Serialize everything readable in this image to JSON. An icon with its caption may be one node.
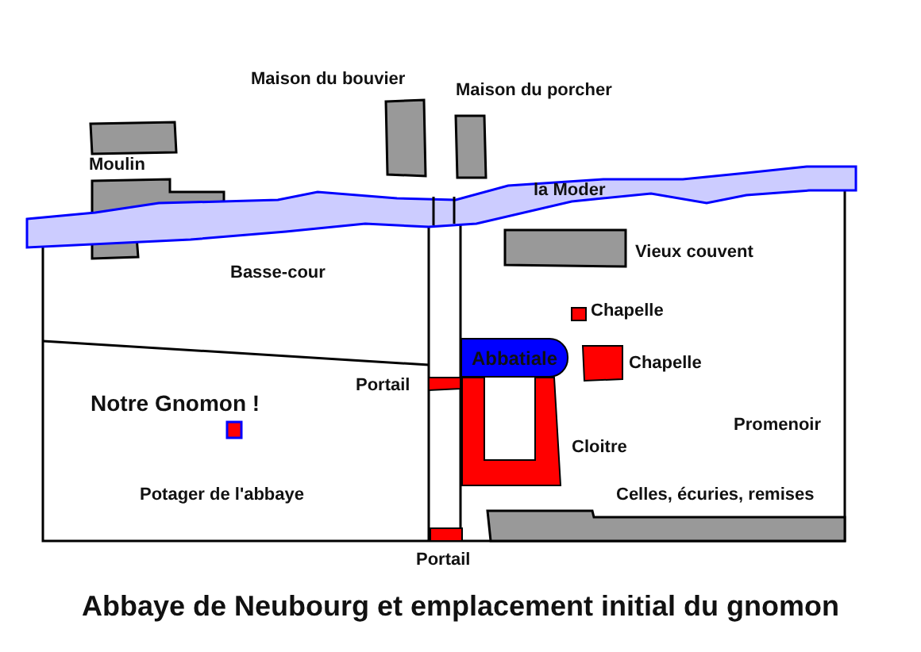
{
  "diagram": {
    "caption": "Abbaye de Neubourg et emplacement initial du gnomon",
    "nodes": [
      {
        "text": [
          "Abbatiale"
        ]
      }
    ],
    "labels": [
      "Maison du bouvier",
      "Maison du porcher",
      "Moulin",
      "la Moder",
      "Vieux couvent",
      "Basse-cour",
      "Chapelle",
      "Chapelle",
      "Portail",
      "Notre Gnomon !",
      "Promenoir",
      "Cloitre",
      "Potager de l'abbaye",
      "Celles, écuries, remises",
      "Portail"
    ]
  }
}
